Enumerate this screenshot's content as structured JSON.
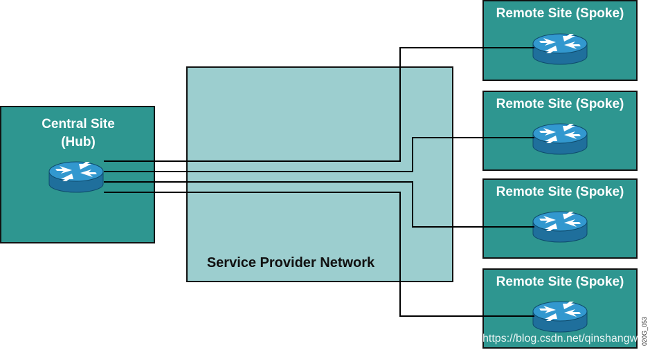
{
  "central_site": {
    "title_line1": "Central Site",
    "title_line2": "(Hub)"
  },
  "service_provider": {
    "label": "Service Provider Network"
  },
  "remote_sites": [
    {
      "label": "Remote Site (Spoke)"
    },
    {
      "label": "Remote Site (Spoke)"
    },
    {
      "label": "Remote Site (Spoke)"
    },
    {
      "label": "Remote Site (Spoke)"
    }
  ],
  "figure_code": "020G_053",
  "watermark": "https://blog.csdn.net/qinshangwy",
  "colors": {
    "site_fill": "#2e9690",
    "sp_fill": "#9ccecf",
    "border": "#111111",
    "router_top": "#2f8fc4",
    "router_side": "#1f6f9c",
    "link": "#000000"
  },
  "icons": {
    "router": "router-icon"
  }
}
